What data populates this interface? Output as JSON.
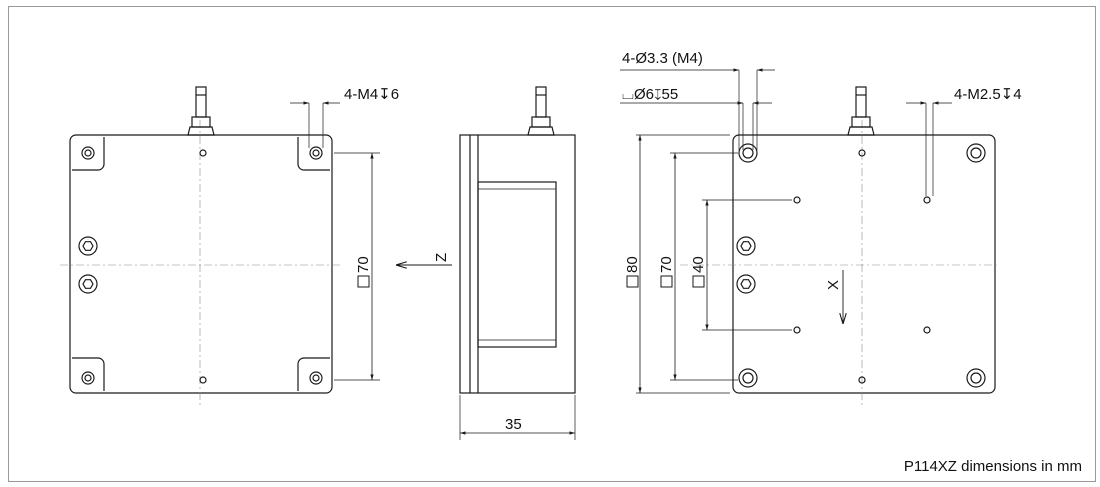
{
  "caption": "P114XZ dimensions in mm",
  "callouts": {
    "left_thread": "4-M4↧6",
    "right_hole": "4-Ø3.3 (M4)",
    "right_counterbore": "⌴Ø6↧55",
    "right_thread": "4-M2.5↧4"
  },
  "dimensions": {
    "left_square": "70",
    "side_width": "35",
    "right_outer": "80",
    "right_mid": "70",
    "right_inner": "40"
  },
  "axes": {
    "left_axis": "Z",
    "right_axis": "X"
  },
  "colors": {
    "line": "#1a1a1a",
    "frame": "#9a9a9a",
    "center": "#8a8a8a"
  }
}
